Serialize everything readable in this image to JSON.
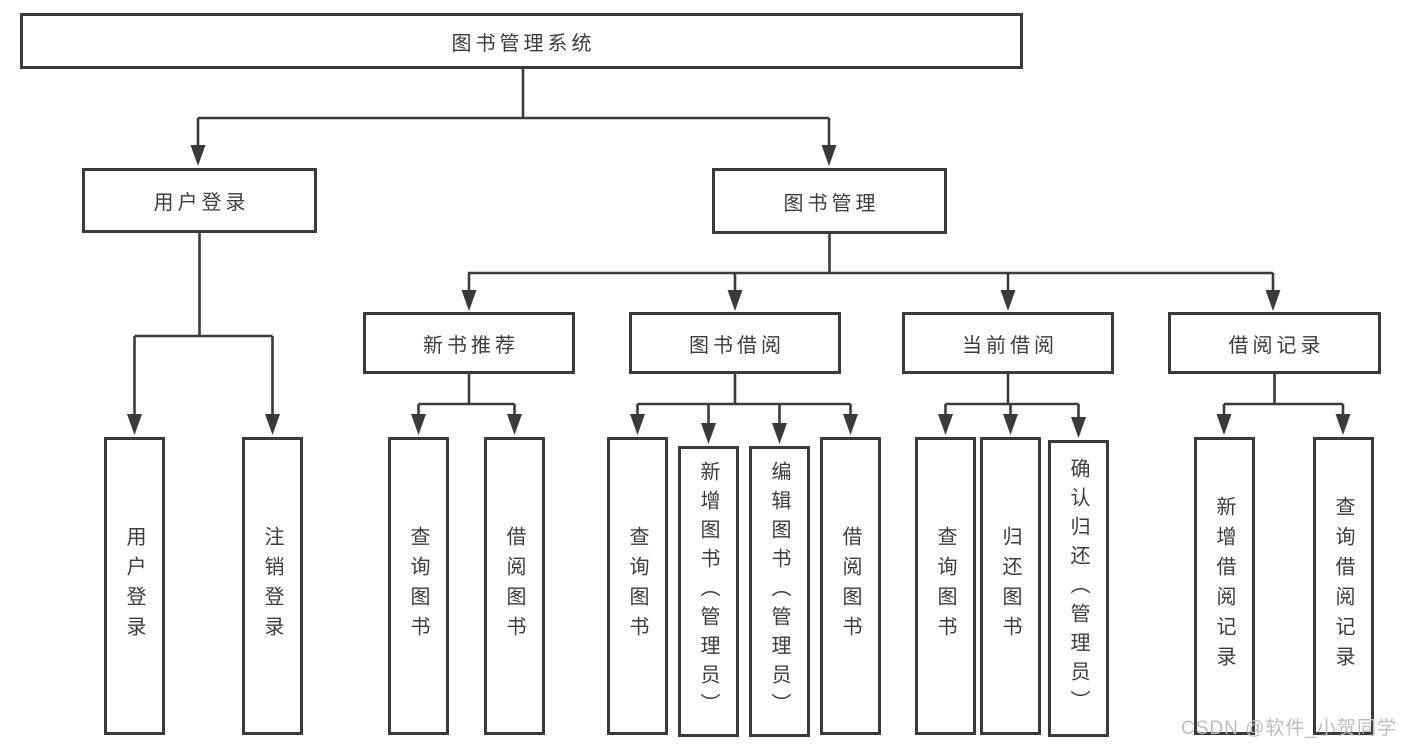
{
  "tree": {
    "root": {
      "label": "图书管理系统",
      "children": [
        {
          "label": "用户登录",
          "children": [
            {
              "label": "用户登录"
            },
            {
              "label": "注销登录"
            }
          ]
        },
        {
          "label": "图书管理",
          "children": [
            {
              "label": "新书推荐",
              "children": [
                {
                  "label": "查询图书"
                },
                {
                  "label": "借阅图书"
                }
              ]
            },
            {
              "label": "图书借阅",
              "children": [
                {
                  "label": "查询图书"
                },
                {
                  "label": "新增图书（管理员）"
                },
                {
                  "label": "编辑图书（管理员）"
                },
                {
                  "label": "借阅图书"
                }
              ]
            },
            {
              "label": "当前借阅",
              "children": [
                {
                  "label": "查询图书"
                },
                {
                  "label": "归还图书"
                },
                {
                  "label": "确认归还（管理员）"
                }
              ]
            },
            {
              "label": "借阅记录",
              "children": [
                {
                  "label": "新增借阅记录"
                },
                {
                  "label": "查询借阅记录"
                }
              ]
            }
          ]
        }
      ]
    }
  },
  "watermark": {
    "text": "CSDN @软件_小贺同学"
  },
  "colors": {
    "line": "#3a3a3a",
    "text": "#3c3c3c",
    "background": "#ffffff",
    "watermark": "#bdbdbd"
  }
}
